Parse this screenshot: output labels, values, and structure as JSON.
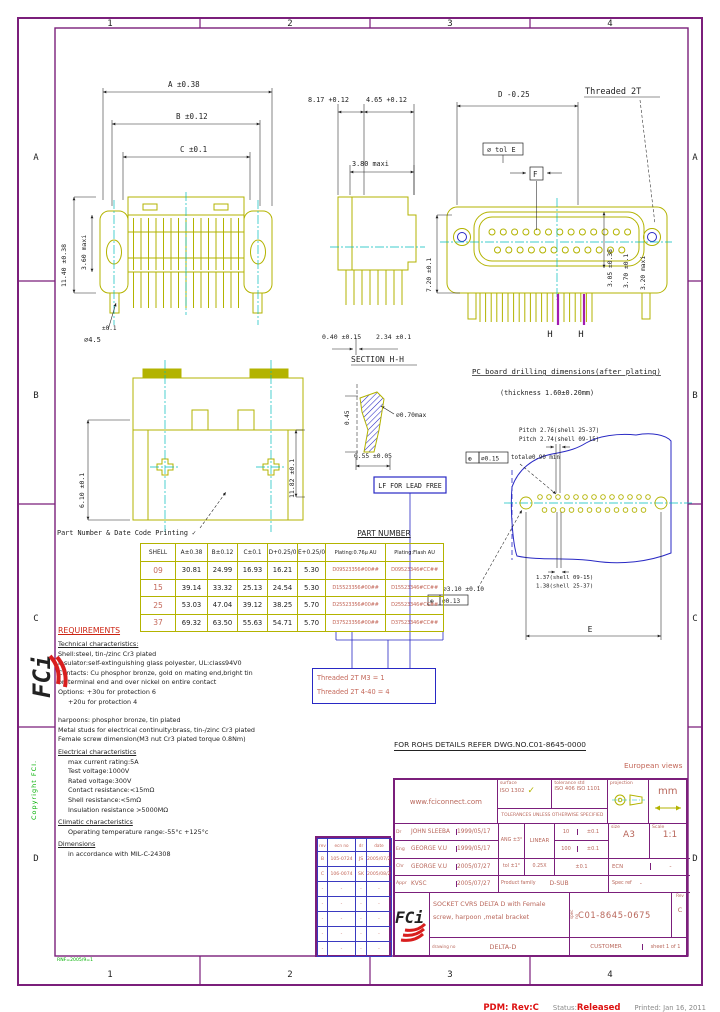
{
  "brand": "FCi",
  "frame": {
    "cols": [
      "1",
      "2",
      "3",
      "4"
    ],
    "rows": [
      "A",
      "B",
      "C",
      "D"
    ],
    "stamp": "RNF=2005/9=1",
    "copyright": "Copyright FCI."
  },
  "dims": {
    "a": "A ±0.38",
    "b": "B ±0.12",
    "c": "C ±0.1",
    "fv1": "11.40 ±0.38",
    "fv2": "3.60 maxi",
    "fv3": "⌀4.5",
    "fv4": "±0.1",
    "sv1": "8.17 +0.12",
    "sv2": "4.65 +0.12",
    "sv3": "3.80 maxi",
    "d": "D -0.25",
    "thread": "Threaded 2T",
    "tole": "⌀ tol E",
    "f": "F",
    "rv1": "7.20 ±0.1",
    "rv2": "3.05 ±0.38",
    "rv3": "3.70 ±0.1",
    "rv4": "3.20 maxi",
    "h": "H",
    "s1": "0.40 ±0.15",
    "s2": "2.34 ±0.1",
    "section": "SECTION H-H",
    "pin1": "0.45",
    "pin2": "⌀0.70max",
    "pin3": "0.55 ±0.05",
    "lf": "LF FOR LEAD FREE",
    "bv1": "6.10 ±0.1",
    "bv2": "11.82 ±0.1",
    "pn": "Part Number & Date Code Printing ✓",
    "board_title": "PC board drilling dimensions(after plating)",
    "board_sub": "(thickness 1.60±0.20mm)",
    "pitch1": "Pitch 2.76(shell 25-37)",
    "pitch2": "Pitch 2.74(shell 09-15)",
    "pos1": "⊕",
    "pos1v": "⌀0.15",
    "total": "total⌀0.90 min",
    "hole": "⌀3.10 ±0.10",
    "pos2": "⊕",
    "pos2v": "⌀0.13",
    "row1": "1.37(shell 09-15)",
    "row2": "1.38(shell 25-37)",
    "e": "E"
  },
  "parts_table": {
    "title": "PART NUMBER",
    "headers": [
      "SHELL",
      "A±0.38",
      "B±0.12",
      "C±0.1",
      "D+0.25/0",
      "E+0.25/0",
      "Plating:0.76μ AU",
      "Plating:Flash AU"
    ],
    "rows": [
      [
        "09",
        "30.81",
        "24.99",
        "16.93",
        "16.21",
        "5.30",
        "D09523356#00##",
        "D09523346#CC##"
      ],
      [
        "15",
        "39.14",
        "33.32",
        "25.13",
        "24.54",
        "5.30",
        "D15523356#00##",
        "D15523346#CC##"
      ],
      [
        "25",
        "53.03",
        "47.04",
        "39.12",
        "38.25",
        "5.70",
        "D25523356#00##",
        "D25523346#CC##"
      ],
      [
        "37",
        "69.32",
        "63.50",
        "55.63",
        "54.71",
        "5.70",
        "D37523356#00##",
        "D37523346#CC##"
      ]
    ]
  },
  "thread_note": {
    "line1": "Threaded 2T   M3 = 1",
    "line2": "Threaded 2T 4-40 = 4"
  },
  "requirements": {
    "heading": "REQUIREMENTS",
    "lines": [
      {
        "t": "Technical characteristics:",
        "u": 1
      },
      {
        "t": "Shell:steel, tin-/zinc Cr3 plated"
      },
      {
        "t": "Insulator:self-extinguishing glass polyester, UL:class94V0"
      },
      {
        "t": "Contacts: Cu phosphor bronze, gold on mating end,bright tin"
      },
      {
        "t": "on terminal end and over nickel on entire contact"
      },
      {
        "t": "Options:  +30u for protection 6"
      },
      {
        "t": "+20u for protection 4",
        "ind": 1
      },
      {
        "t": "harpoons: phosphor bronze, tin plated",
        "gap": 1
      },
      {
        "t": "Metal studs for electrical continuity:brass, tin-/zinc Cr3 plated"
      },
      {
        "t": "Female screw dimension(M3 nut Cr3 plated torque 0.8Nm)"
      },
      {
        "t": "Electrical characteristics",
        "u": 1
      },
      {
        "t": "max current rating:5A",
        "ind": 1
      },
      {
        "t": "Test voltage:1000V",
        "ind": 1
      },
      {
        "t": "Rated voltage:300V",
        "ind": 1
      },
      {
        "t": "Contact resistance:<15mΩ",
        "ind": 1
      },
      {
        "t": "Shell resistance:<5mΩ",
        "ind": 1
      },
      {
        "t": "Insulation resistance >5000MΩ",
        "ind": 1
      },
      {
        "t": "Climatic characteristics",
        "u": 1
      },
      {
        "t": "Operating temperature range:-55°c +125°c",
        "ind": 1
      },
      {
        "t": "Dimensions",
        "u": 1
      },
      {
        "t": "in accordance with MIL-C-24308",
        "ind": 1
      }
    ]
  },
  "rohs_note": "FOR ROHS DETAILS REFER DWG.NO.C01-8645-0000",
  "european_views": "European views",
  "rev_table": {
    "headers": [
      "rev",
      "ecn no",
      "dr",
      "date"
    ],
    "rows": [
      [
        "B",
        "105-0724",
        "JS",
        "2005/07/29"
      ],
      [
        "C",
        "106-0074",
        "SK",
        "2005/08/29"
      ],
      [
        "-",
        "-",
        "-",
        "-"
      ],
      [
        "-",
        "-",
        "-",
        "-"
      ],
      [
        "-",
        "-",
        "-",
        "-"
      ],
      [
        "-",
        "-",
        "-",
        "-"
      ],
      [
        "-",
        "-",
        "-",
        "-"
      ]
    ]
  },
  "title_block": {
    "website": "www.fciconnect.com",
    "surface_label": "surface",
    "surface_std": "ISO 1302",
    "check": "✓",
    "tolstd_label": "tolerance std",
    "tolstd": "ISO 406 ISO 1101",
    "tol_note": "TOLERANCES UNLESS OTHERWISE SPECIFIED",
    "projection_label": "projection",
    "unit": "mm",
    "sign_rows": [
      {
        "role": "Dr",
        "name": "JOHN SLEEBA",
        "date": "1999/05/17"
      },
      {
        "role": "Eng",
        "name": "GEORGE V.U",
        "date": "1999/05/17"
      },
      {
        "role": "Chr",
        "name": "GEORGE V.U",
        "date": "2005/07/27"
      },
      {
        "role": "Appr",
        "name": "KVSC",
        "date": "2005/07/27"
      }
    ],
    "ang": "ANG ±3°",
    "linear": "LINEAR",
    "tol_row": "tol ±1°",
    "lin_rows": [
      {
        "l": "10",
        "v": "±0.1"
      },
      {
        "l": "100",
        "v": "±0.1"
      },
      {
        "l": "0.25X",
        "v": "±0.1"
      }
    ],
    "size_label": "size",
    "size": "A3",
    "scale_label": "Scale",
    "scale": "1:1",
    "ecn_label": "ECN",
    "ecn_value": "-",
    "family_label": "Product family",
    "family": "D-SUB",
    "specref_label": "Spec ref",
    "specref": "-",
    "title_line1": "SOCKET CVRS  DELTA D with Female",
    "title_line2": "screw, harpoon ,metal bracket",
    "specno_label": "spec no",
    "drawing_number": "C01-8645-0675",
    "rev_label": "Rev",
    "rev": "C",
    "drawingno_label": "drawing no",
    "product": "DELTA-D",
    "customer": "CUSTOMER",
    "sheet": "sheet 1 of 1"
  },
  "footer": {
    "pdm": "PDM: Rev:C",
    "status_label": "Status:",
    "status": "Released",
    "printed": "Printed: Jan 16, 2011"
  }
}
